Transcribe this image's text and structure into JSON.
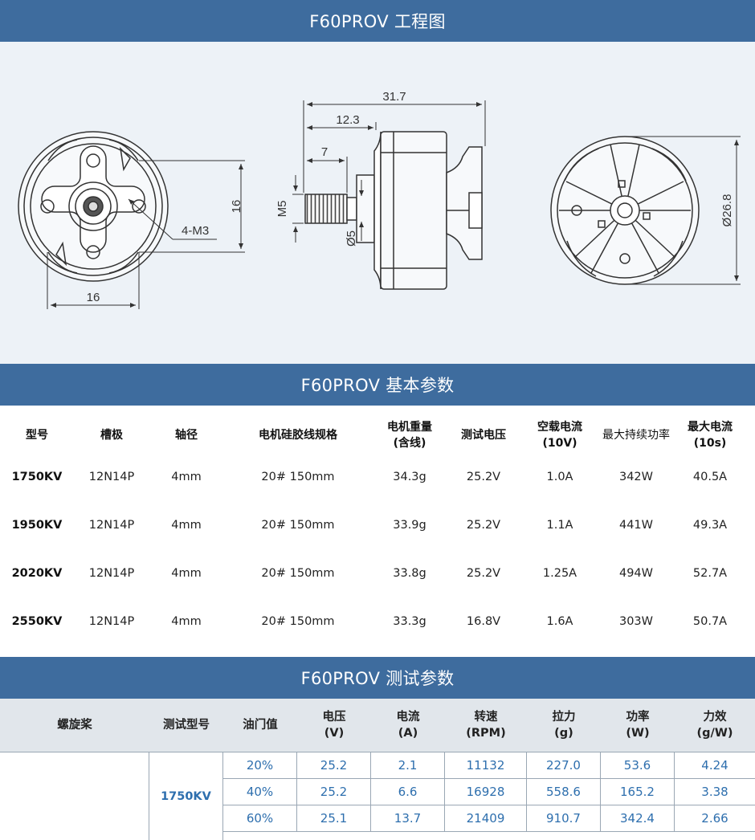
{
  "sections": {
    "drawing_title": "F60PROV 工程图",
    "basic_title": "F60PROV 基本参数",
    "test_title": "F60PROV 测试参数"
  },
  "drawing": {
    "dims": {
      "front_width": "16",
      "front_height": "16",
      "mount_holes": "4-M3",
      "overall_length": "31.7",
      "length_12": "12.3",
      "shaft_length": "7",
      "thread": "M5",
      "shaft_dia": "Ø5",
      "bell_dia": "Ø26.8"
    }
  },
  "basic": {
    "headers": [
      "型号",
      "槽极",
      "轴径",
      "电机硅胶线规格",
      "电机重量\n(含线)",
      "测试电压",
      "空载电流\n(10V)",
      "最大持续功率",
      "最大电流\n(10s)"
    ],
    "rows": [
      [
        "1750KV",
        "12N14P",
        "4mm",
        "20# 150mm",
        "34.3g",
        "25.2V",
        "1.0A",
        "342W",
        "40.5A"
      ],
      [
        "1950KV",
        "12N14P",
        "4mm",
        "20# 150mm",
        "33.9g",
        "25.2V",
        "1.1A",
        "441W",
        "49.3A"
      ],
      [
        "2020KV",
        "12N14P",
        "4mm",
        "20# 150mm",
        "33.8g",
        "25.2V",
        "1.25A",
        "494W",
        "52.7A"
      ],
      [
        "2550KV",
        "12N14P",
        "4mm",
        "20# 150mm",
        "33.3g",
        "16.8V",
        "1.6A",
        "303W",
        "50.7A"
      ]
    ]
  },
  "test": {
    "headers": [
      "螺旋桨",
      "测试型号",
      "油门值",
      "电压\n(V)",
      "电流\n(A)",
      "转速\n(RPM)",
      "拉力\n(g)",
      "功率\n(W)",
      "力效\n(g/W)"
    ],
    "model": "1750KV",
    "rows": [
      [
        "20%",
        "25.2",
        "2.1",
        "11132",
        "227.0",
        "53.6",
        "4.24"
      ],
      [
        "40%",
        "25.2",
        "6.6",
        "16928",
        "558.6",
        "165.2",
        "3.38"
      ],
      [
        "60%",
        "25.1",
        "13.7",
        "21409",
        "910.7",
        "342.4",
        "2.66"
      ]
    ]
  },
  "colors": {
    "banner": "#3e6c9e",
    "accent_text": "#2e6fae",
    "drawing_bg": "#edf2f7",
    "table_header_bg": "#e1e6eb"
  }
}
